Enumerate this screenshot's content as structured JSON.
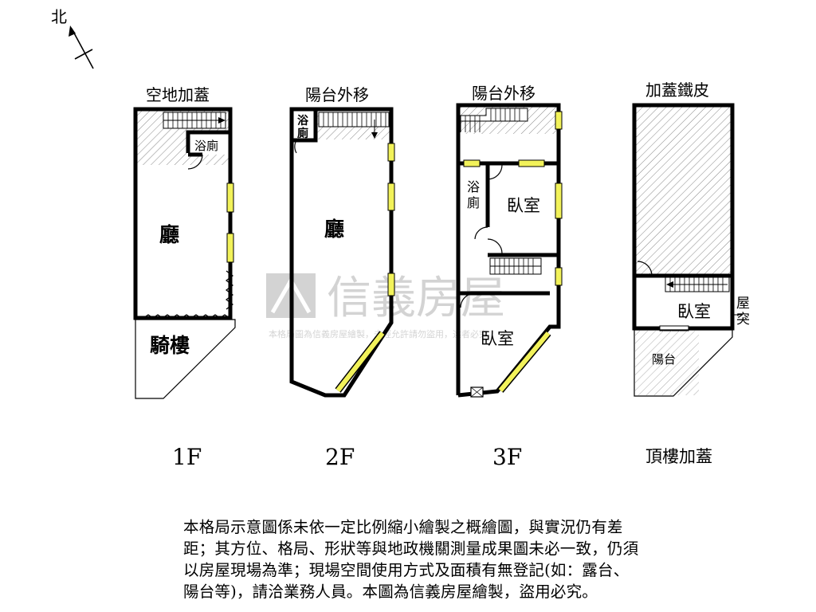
{
  "compass": {
    "label": "北"
  },
  "watermark": {
    "brand": "信義房屋",
    "notice": "本格局圖為信義房屋繪製，未經允許請勿盜用，違者必究"
  },
  "floors": [
    {
      "title": "空地加蓋",
      "floor_label": "1F",
      "rooms": {
        "bath": "浴廁",
        "living": "廳",
        "arcade": "騎樓"
      }
    },
    {
      "title": "陽台外移",
      "floor_label": "2F",
      "rooms": {
        "bath_top": "浴",
        "bath_bottom": "廁",
        "living": "廳"
      }
    },
    {
      "title": "陽台外移",
      "floor_label": "3F",
      "rooms": {
        "bath_top": "浴",
        "bath_bottom": "廁",
        "bedroom_top": "臥室",
        "bedroom_bottom": "臥室"
      }
    },
    {
      "title": "加蓋鐵皮",
      "floor_label": "頂樓加蓋",
      "rooms": {
        "bedroom": "臥室",
        "balcony": "陽台",
        "roof_top_1": "屋",
        "roof_top_2": "突"
      }
    }
  ],
  "disclaimer": [
    "本格局示意圖係未依一定比例縮小繪製之概繪圖，與實況仍有差",
    "距；其方位、格局、形狀等與地政機關測量成果圖未必一致，仍須",
    "以房屋現場為準；現場空間使用方式及面積有無登記(如：露台、",
    "陽台等)，請洽業務人員。本圖為信義房屋繪製，盜用必究。"
  ]
}
